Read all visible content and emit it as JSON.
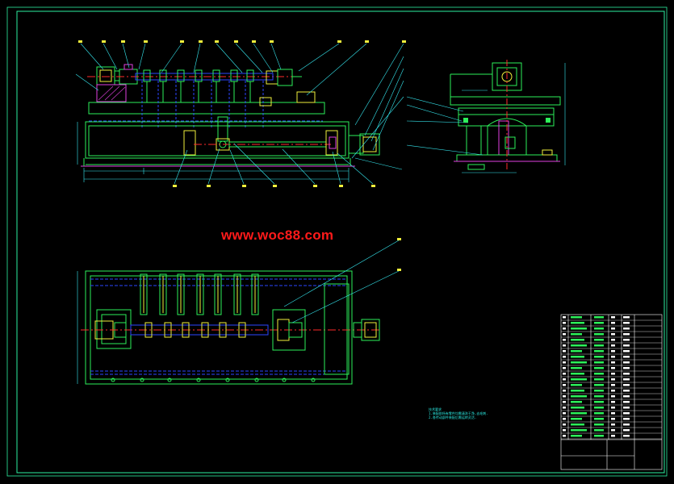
{
  "watermark": {
    "text": "www.woc88.com",
    "color": "#ff1a1a"
  },
  "colors": {
    "background": "#000000",
    "frame": "#2df0a0",
    "outline": "#2df05a",
    "yellow": "#f0f03c",
    "cyan": "#36e8f0",
    "blue": "#2d46ff",
    "red": "#ff2a2a",
    "magenta": "#e040e0",
    "white": "#ffffff"
  },
  "technical_notes": {
    "title": "技术要求",
    "lines": [
      "1.装配前所有零件均需清洗干净,去毛刺.",
      "2.各传动部件装配后需运转灵活."
    ]
  },
  "icons": [
    "motor-icon",
    "reducer-icon",
    "bearing-block-icon",
    "cylinder-icon"
  ]
}
